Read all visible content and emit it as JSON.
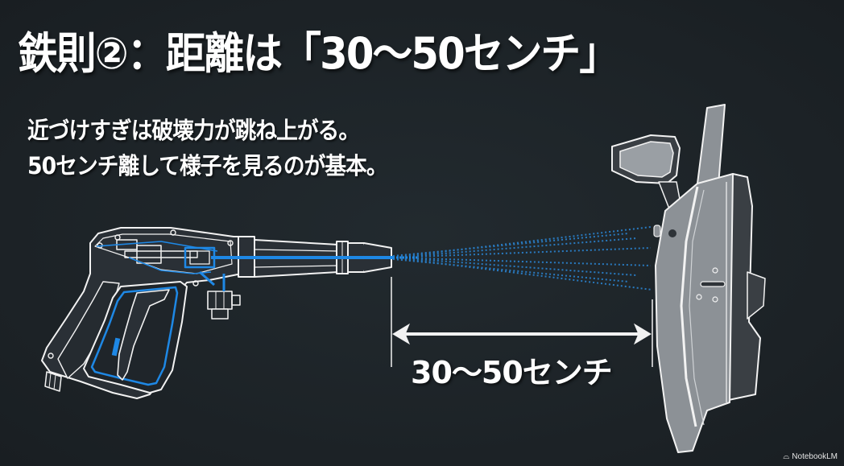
{
  "slide": {
    "title": "鉄則②：距離は「30〜50センチ」",
    "subtitle_lines": [
      "近づけすぎは破壊力が跳ね上がる。",
      "50センチ離して様子を見るのが基本。"
    ],
    "distance_label": "30〜50センチ",
    "watermark": {
      "icon": "notebooklm-logo-icon",
      "label": "NotebookLM"
    }
  },
  "illustration": {
    "left_object": "pressure-washer-gun",
    "right_object": "car-door-with-mirror",
    "spray": "water-spray-dotted-lines",
    "dimension": "double-headed-arrow"
  },
  "colors": {
    "background": "#1e2428",
    "text": "#ffffff",
    "accent_blue": "#1e88e5",
    "spray_blue": "#2a7fc8",
    "door_gray": "#8c9196",
    "door_dark": "#3a3f44",
    "outline": "#f2f2f2"
  }
}
